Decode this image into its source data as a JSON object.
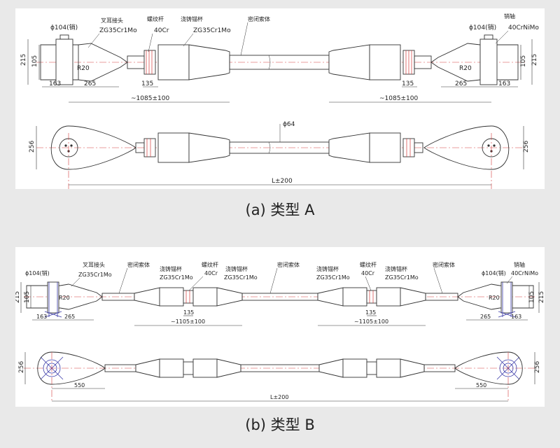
{
  "figure_a": {
    "caption": "(a) 类型 A",
    "labels": {
      "diameter_pin": "ϕ104(销)",
      "fork_head": "叉耳接头",
      "fork_material": "ZG35Cr1Mo",
      "screw_rod": "螺纹杆",
      "screw_material": "40Cr",
      "cast_socket": "浇铸锚杯",
      "socket_material": "ZG35Cr1Mo",
      "cable": "密闭索体",
      "pin": "销轴",
      "pin_material": "40CrNiMo",
      "diameter_cable": "ϕ64"
    },
    "dims": {
      "d215": "215",
      "d105": "105",
      "r20": "R20",
      "d163": "163",
      "d265": "265",
      "d135": "135",
      "len_adj": "~1085±100",
      "d256": "256",
      "total": "L±200"
    }
  },
  "figure_b": {
    "caption": "(b) 类型 B",
    "labels": {
      "diameter_pin": "ϕ104(销)",
      "fork_head": "叉耳接头",
      "fork_material": "ZG35Cr1Mo",
      "cable": "密闭索体",
      "cast_socket": "浇铸锚杯",
      "socket_material": "ZG35Cr1Mo",
      "screw_rod": "螺纹杆",
      "screw_material": "40Cr",
      "pin": "销轴",
      "pin_material": "40CrNiMo"
    },
    "dims": {
      "d215": "215",
      "d105": "105",
      "r20": "R20",
      "d163": "163",
      "d265": "265",
      "d135": "135",
      "len_adj": "~1105±100",
      "d256": "256",
      "d550": "550",
      "total": "L±200"
    }
  }
}
